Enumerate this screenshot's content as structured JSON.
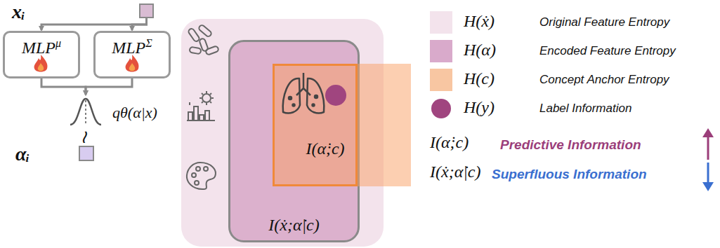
{
  "diagram": {
    "nodes": [
      {
        "text": [
          "xᵢ"
        ]
      },
      {
        "text": [
          "MLP",
          "μ"
        ]
      },
      {
        "text": [
          "MLP",
          "Σ"
        ]
      },
      {
        "text": [
          "qθ(α|x)"
        ]
      },
      {
        "text": [
          "αᵢ"
        ]
      },
      {
        "text": [
          "I(ẋ;α̇|c)"
        ]
      },
      {
        "text": [
          "I(α̇;c)"
        ],
        "in": 5
      }
    ],
    "edges": [
      {
        "from": 0,
        "to": 1,
        "arrow": "to"
      },
      {
        "from": 0,
        "to": 2,
        "arrow": "to"
      },
      {
        "from": 1,
        "to": 3,
        "arrow": "to"
      },
      {
        "from": 2,
        "to": 3,
        "arrow": "to"
      }
    ],
    "labels": [
      "≀",
      "H(ẋ)",
      "H(α)",
      "H(c)",
      "H(y)",
      "I(α̇;c)",
      "Predictive Information",
      "I(ẋ;α̇|c)",
      "Superfluous Information"
    ],
    "legend": [
      {
        "text": "Original Feature Entropy",
        "color": "#f3e3ec"
      },
      {
        "text": "Encoded Feature Entropy",
        "color": "#d9aacb"
      },
      {
        "text": "Concept Anchor Entropy",
        "color": "#f8c6a2"
      },
      {
        "text": "Label Information"
      }
    ]
  }
}
